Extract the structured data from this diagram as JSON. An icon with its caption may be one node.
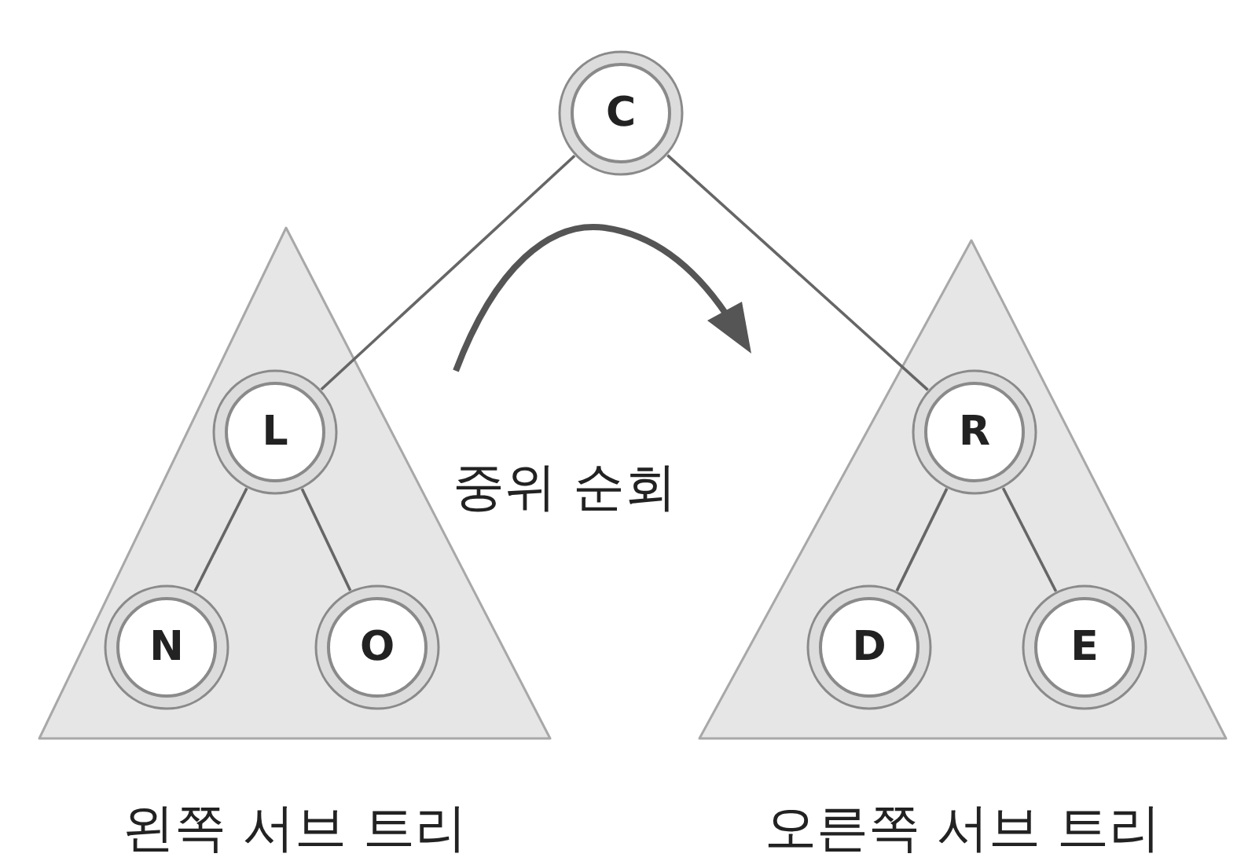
{
  "diagram": {
    "nodes": [
      {
        "text": [
          "C"
        ]
      },
      {
        "text": [
          "왼쪽 서브 트리"
        ]
      },
      {
        "text": [
          "L"
        ],
        "in": 1
      },
      {
        "text": [
          "N"
        ],
        "in": 1
      },
      {
        "text": [
          "O"
        ],
        "in": 1
      },
      {
        "text": [
          "오른쪽 서브 트리"
        ]
      },
      {
        "text": [
          "R"
        ],
        "in": 5
      },
      {
        "text": [
          "D"
        ],
        "in": 5
      },
      {
        "text": [
          "E"
        ],
        "in": 5
      }
    ],
    "edges": [
      {
        "from": 0,
        "to": 2,
        "arrow": "none"
      },
      {
        "from": 0,
        "to": 6,
        "arrow": "none"
      },
      {
        "from": 2,
        "to": 3,
        "arrow": "none"
      },
      {
        "from": 2,
        "to": 4,
        "arrow": "none"
      },
      {
        "from": 6,
        "to": 7,
        "arrow": "none"
      },
      {
        "from": 6,
        "to": 8,
        "arrow": "none"
      }
    ],
    "labels": [
      "중위 순회"
    ]
  }
}
